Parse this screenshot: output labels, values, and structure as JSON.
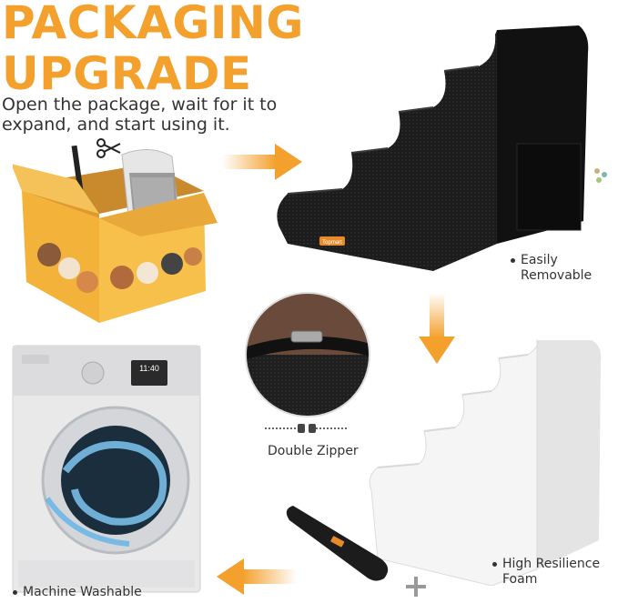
{
  "headline": {
    "line1": "PACKAGING",
    "line2": "UPGRADE"
  },
  "subtitle": "Open the package, wait for it to expand, and start using it.",
  "features": {
    "removable": {
      "line1": "Easily",
      "line2": "Removable"
    },
    "zipper": "Double Zipper",
    "foam": {
      "line1": "High Resilience",
      "line2": "Foam"
    },
    "washable": "Machine Washable"
  },
  "washer_display": "11:40",
  "brand_tag": "Topmart",
  "colors": {
    "accent": "#f3a02c",
    "cover": "#1c1c1c",
    "foam": "#f1f1f1"
  },
  "icons": [
    "scissors-icon",
    "arrow-right-icon",
    "arrow-down-icon",
    "arrow-left-icon",
    "plus-icon",
    "zipper-pulls-icon"
  ]
}
